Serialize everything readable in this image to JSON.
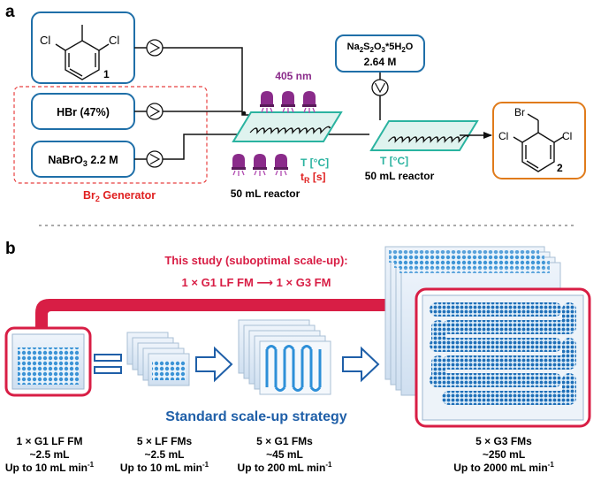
{
  "panel_a": {
    "label": "a",
    "reagents": {
      "dichlorotoluene": {
        "cl_left": "Cl",
        "cl_right": "Cl",
        "number": "1"
      },
      "hbr": "HBr (47%)",
      "nabro3": "NaBrO3 2.2 M",
      "thiosulfate_name": "Na2S2O3*5H2O",
      "thiosulfate_conc": "2.64 M"
    },
    "br2_generator": "Br2 Generator",
    "light_label": "405 nm",
    "reactor1": {
      "temp": "T [°C]",
      "time": "tR [s]",
      "volume": "50 mL reactor"
    },
    "reactor2": {
      "temp": "T [°C]",
      "volume": "50 mL reactor"
    },
    "product": {
      "br": "Br",
      "cl_left": "Cl",
      "cl_right": "Cl",
      "number": "2"
    },
    "colors": {
      "reactor": "#2ab3a0",
      "light": "#8a2b8a",
      "label_red": "#e02020",
      "reagent_border": "#1f6fa8",
      "product_border": "#e07b1b"
    },
    "icons": [
      "pump-icon",
      "lamp-icon",
      "arrow-icon"
    ]
  },
  "panel_b": {
    "label": "b",
    "this_study": "This study (suboptimal scale-up):",
    "comparison": "1 × G1 LF FM ⟶ 1 × G3 FM",
    "standard": "Standard scale-up strategy",
    "columns": [
      {
        "line1": "1 × G1 LF FM",
        "line2": "~2.5 mL",
        "line3": "Up to 10 mL min-1"
      },
      {
        "line1": "5 × LF FMs",
        "line2": "~2.5 mL",
        "line3": "Up to 10 mL min-1"
      },
      {
        "line1": "5 × G1 FMs",
        "line2": "~45 mL",
        "line3": "Up to 200 mL min-1"
      },
      {
        "line1": "5 × G3 FMs",
        "line2": "~250 mL",
        "line3": "Up to 2000 mL min-1"
      }
    ],
    "colors": {
      "highlight": "#d81e45",
      "standard": "#1f5fa8",
      "module": "#2d8fd8"
    }
  }
}
